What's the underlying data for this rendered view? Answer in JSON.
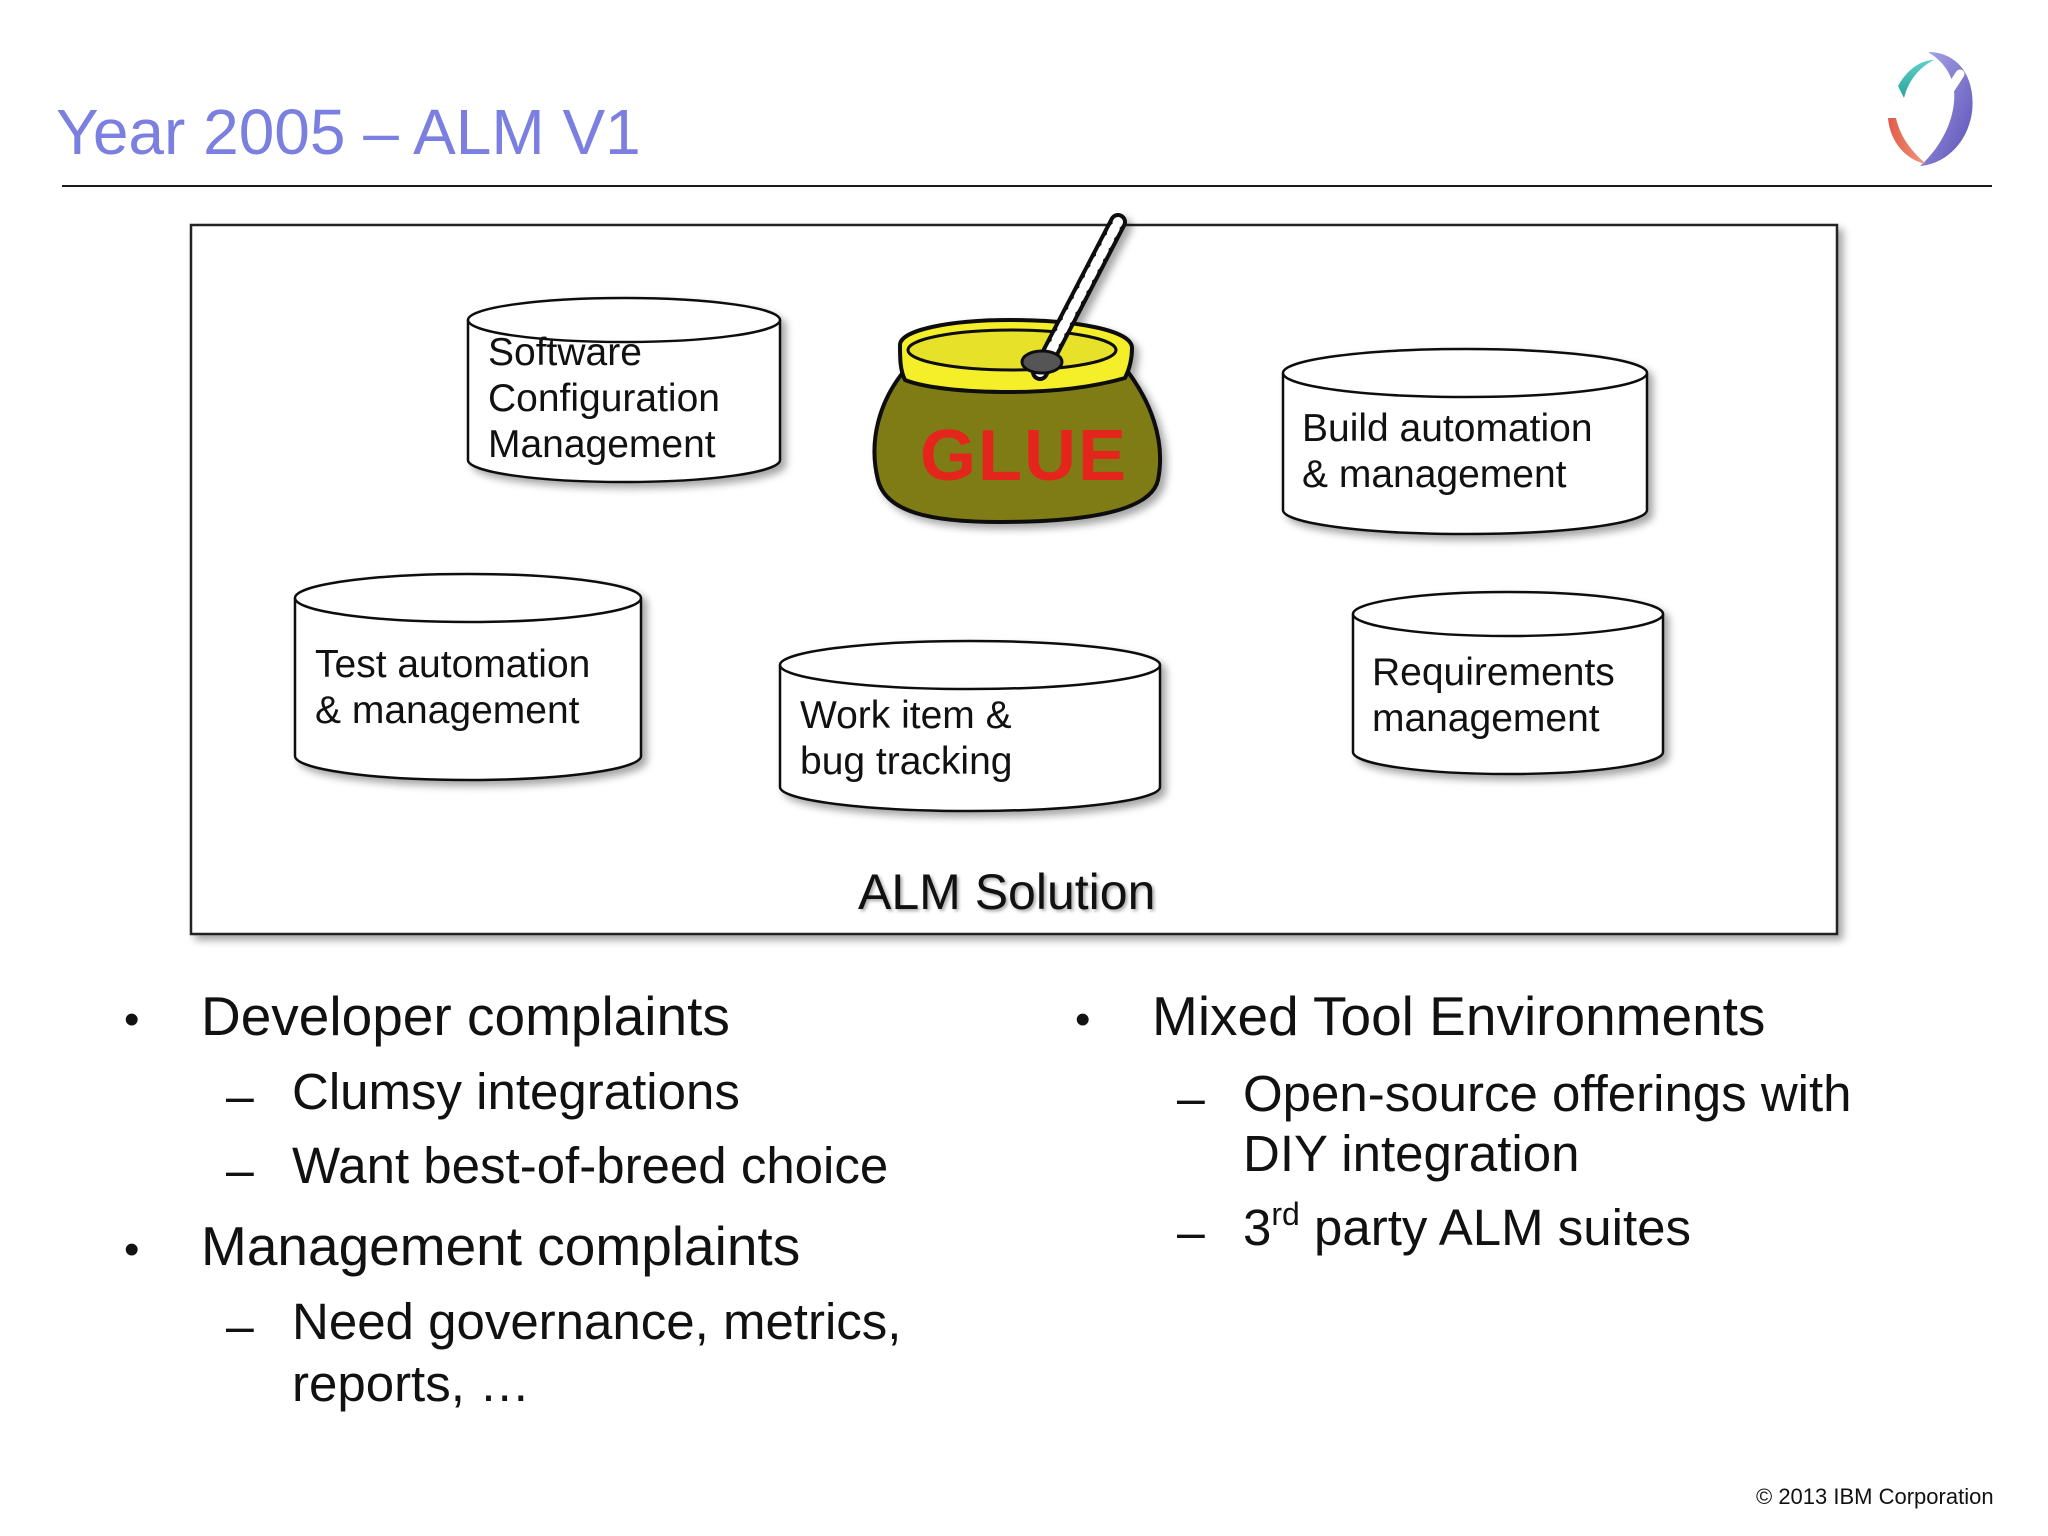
{
  "slide": {
    "title": "Year 2005 – ALM V1",
    "copyright": "© 2013 IBM Corporation"
  },
  "colors": {
    "title": "#7a7fe0",
    "glue_jar": "#7f7c16",
    "glue_rim": "#f5ef2a",
    "glue_text": "#e3251c"
  },
  "diagram": {
    "solution_label": "ALM Solution",
    "glue_label": "GLUE",
    "cylinders": {
      "scm": [
        "Software",
        "Configuration",
        "Management"
      ],
      "build": [
        "Build automation",
        "& management"
      ],
      "test": [
        "Test automation",
        "& management"
      ],
      "workitem": [
        "Work item &",
        "bug tracking"
      ],
      "requirements": [
        "Requirements",
        "management"
      ]
    }
  },
  "bullets_left": {
    "b1": "Developer complaints",
    "b1_s1": "Clumsy integrations",
    "b1_s2": "Want best-of-breed choice",
    "b2": "Management complaints",
    "b2_s1_l1": "Need governance, metrics,",
    "b2_s1_l2": "reports, …"
  },
  "bullets_right": {
    "b1": "Mixed Tool Environments",
    "s1_l1": "Open-source offerings with",
    "s1_l2": "DIY integration",
    "s2_pre": "3",
    "s2_sup": "rd",
    "s2_post": " party ALM suites"
  },
  "marks": {
    "bullet": "•",
    "dash": "–"
  }
}
